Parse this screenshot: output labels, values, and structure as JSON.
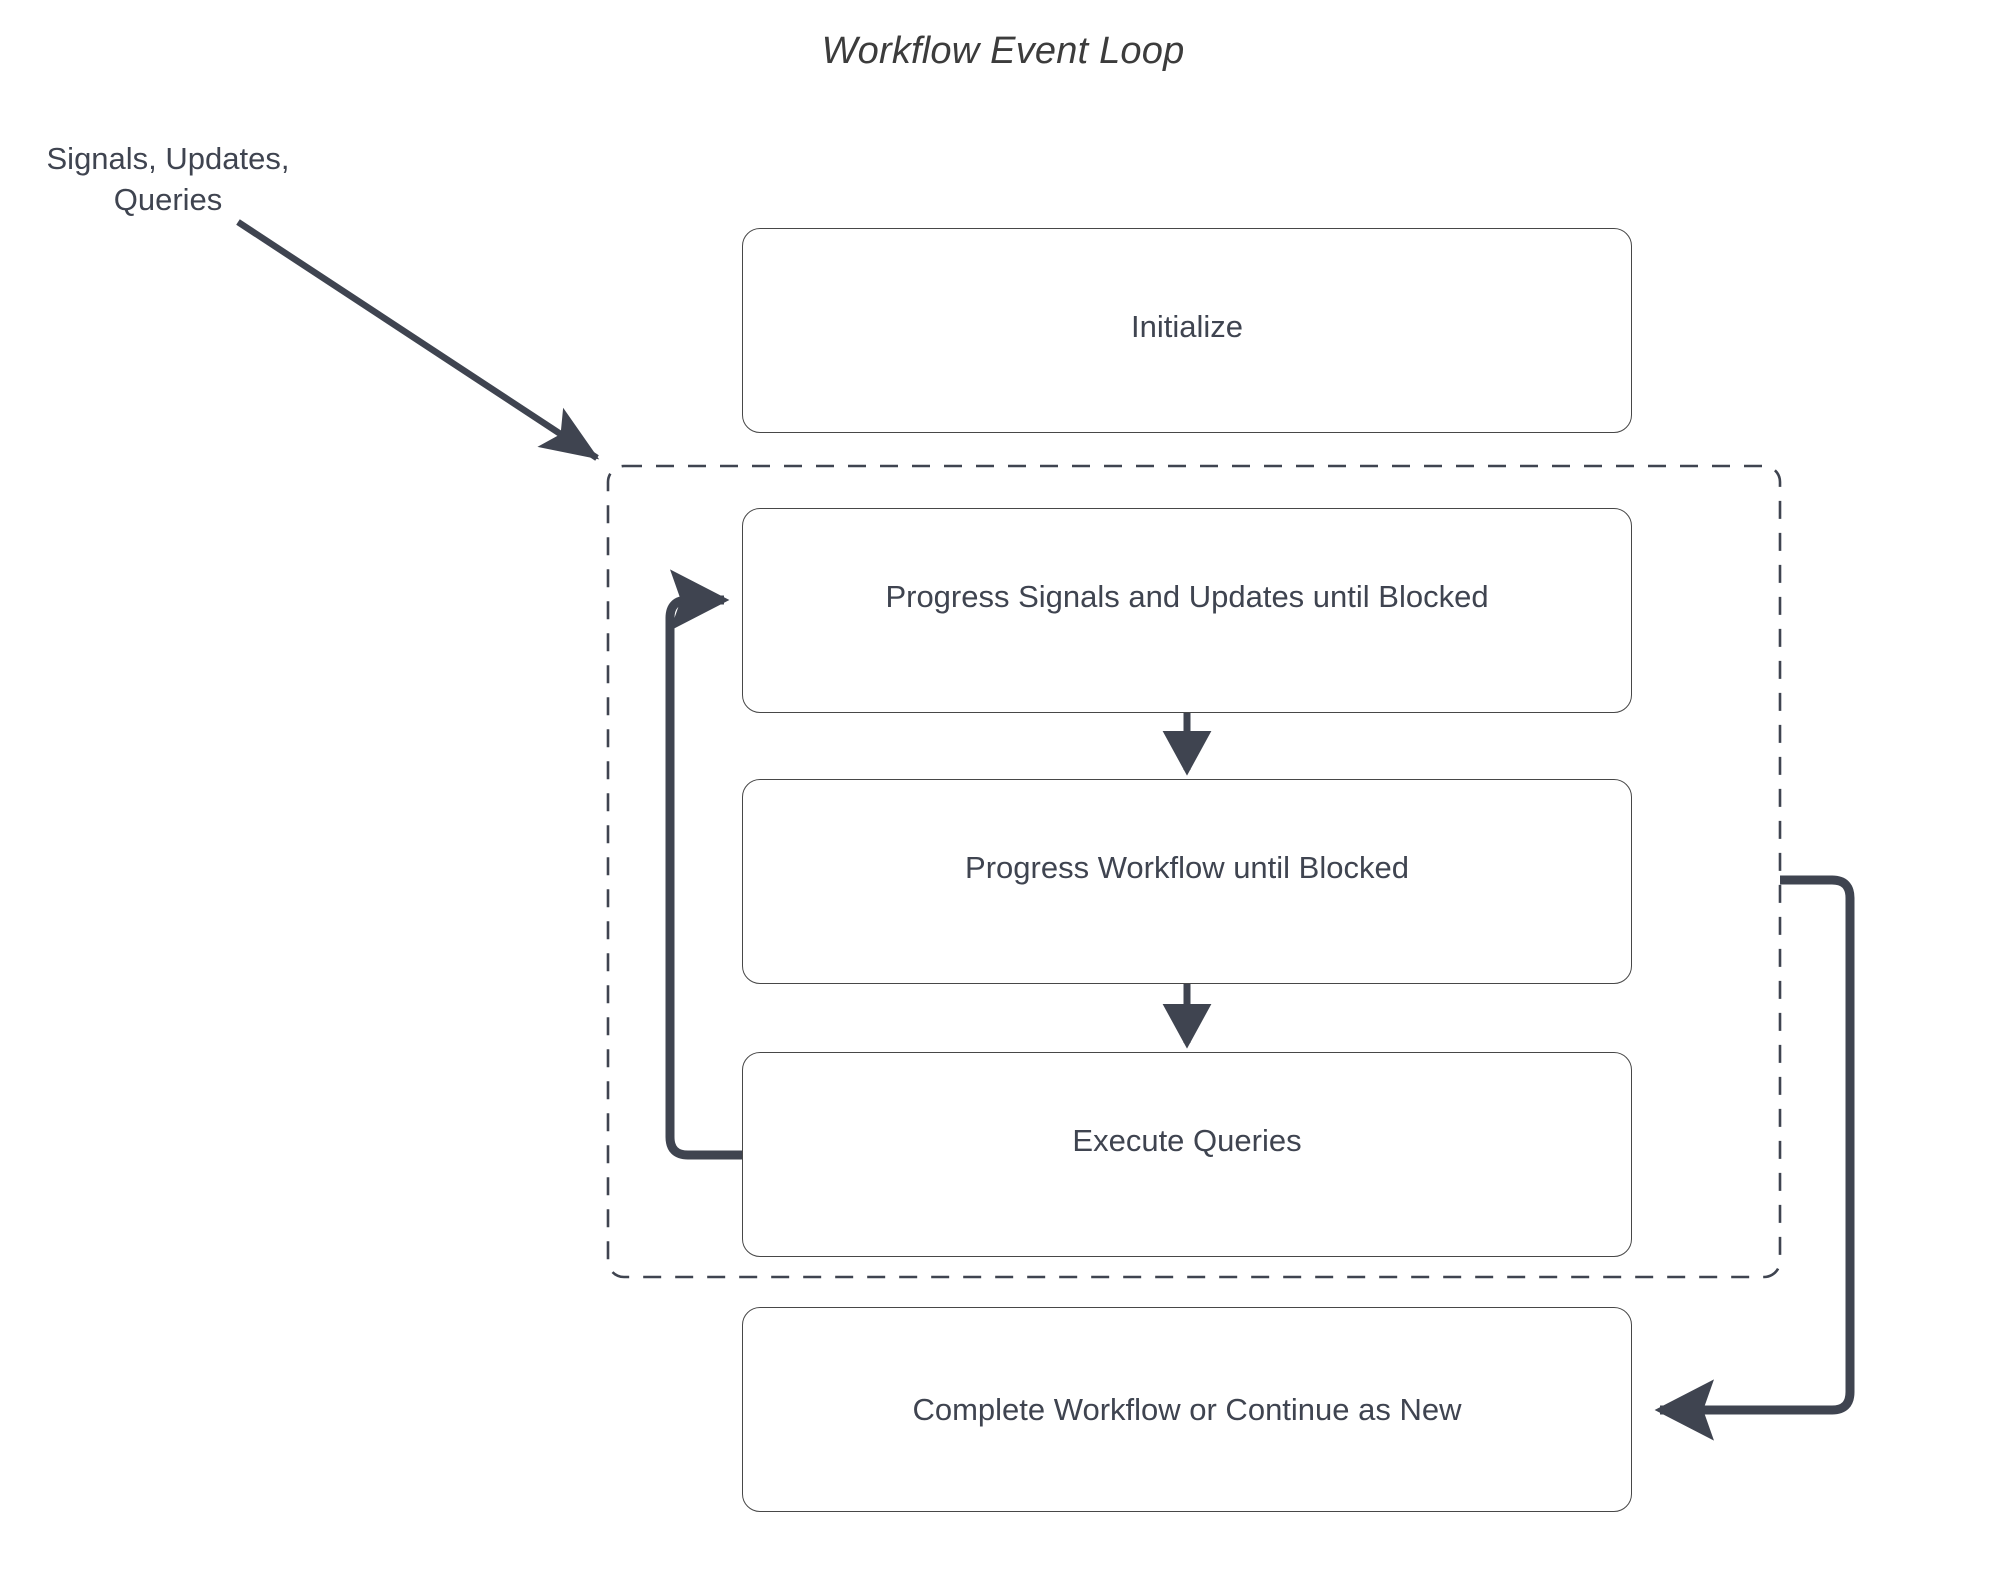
{
  "diagram": {
    "title": "Workflow Event Loop",
    "type": "flowchart",
    "background_color": "#ffffff",
    "accent_color": "#3f4450",
    "node_border_color": "#474747",
    "external_input": {
      "label_line1": "Signals, Updates,",
      "label_line2": "Queries",
      "target": "event-loop-container"
    },
    "loop_container": {
      "name": "event-loop-container",
      "style": "dashed"
    },
    "nodes": [
      {
        "id": "initialize",
        "label": "Initialize",
        "in_loop": false
      },
      {
        "id": "progress-signals",
        "label": "Progress Signals and Updates until Blocked",
        "in_loop": true
      },
      {
        "id": "progress-workflow",
        "label": "Progress Workflow until Blocked",
        "in_loop": true
      },
      {
        "id": "execute-queries",
        "label": "Execute Queries",
        "in_loop": true
      },
      {
        "id": "complete-workflow",
        "label": "Complete Workflow or Continue as New",
        "in_loop": false
      }
    ],
    "edges": [
      {
        "from": "external-input",
        "to": "event-loop-container",
        "style": "solid-arrow",
        "label": ""
      },
      {
        "from": "progress-signals",
        "to": "progress-workflow",
        "style": "solid-arrow",
        "label": ""
      },
      {
        "from": "progress-workflow",
        "to": "execute-queries",
        "style": "solid-arrow",
        "label": ""
      },
      {
        "from": "execute-queries",
        "to": "progress-signals",
        "style": "loop-back-arrow",
        "label": ""
      },
      {
        "from": "event-loop-container",
        "to": "complete-workflow",
        "style": "exit-arrow",
        "label": ""
      }
    ]
  }
}
